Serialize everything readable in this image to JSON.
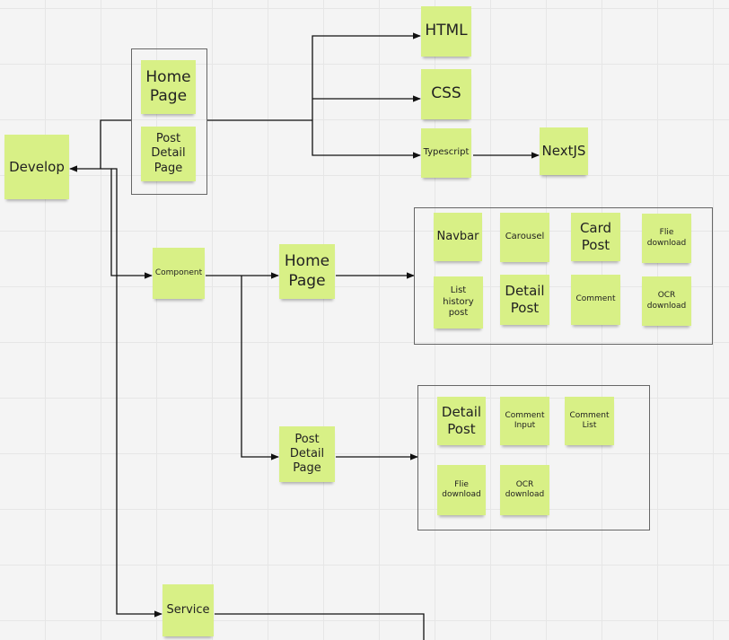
{
  "notes": {
    "develop": "Develop",
    "home_page_1": "Home\nPage",
    "post_detail_page_1": "Post\nDetail\nPage",
    "html": "HTML",
    "css": "CSS",
    "typescript": "Typescript",
    "nextjs": "NextJS",
    "component": "Component",
    "home_page_2": "Home\nPage",
    "navbar": "Navbar",
    "carousel": "Carousel",
    "card_post": "Card\nPost",
    "flie_download_1": "Flie\ndownload",
    "list_history_post": "List\nhistory\npost",
    "detail_post_1": "Detail\nPost",
    "comment": "Comment",
    "ocr_download_1": "OCR\ndownload",
    "post_detail_page_2": "Post\nDetail\nPage",
    "detail_post_2": "Detail\nPost",
    "comment_input": "Comment\nInput",
    "comment_list": "Comment\nList",
    "flie_download_2": "Flie\ndownload",
    "ocr_download_2": "OCR\ndownload",
    "service": "Service"
  }
}
